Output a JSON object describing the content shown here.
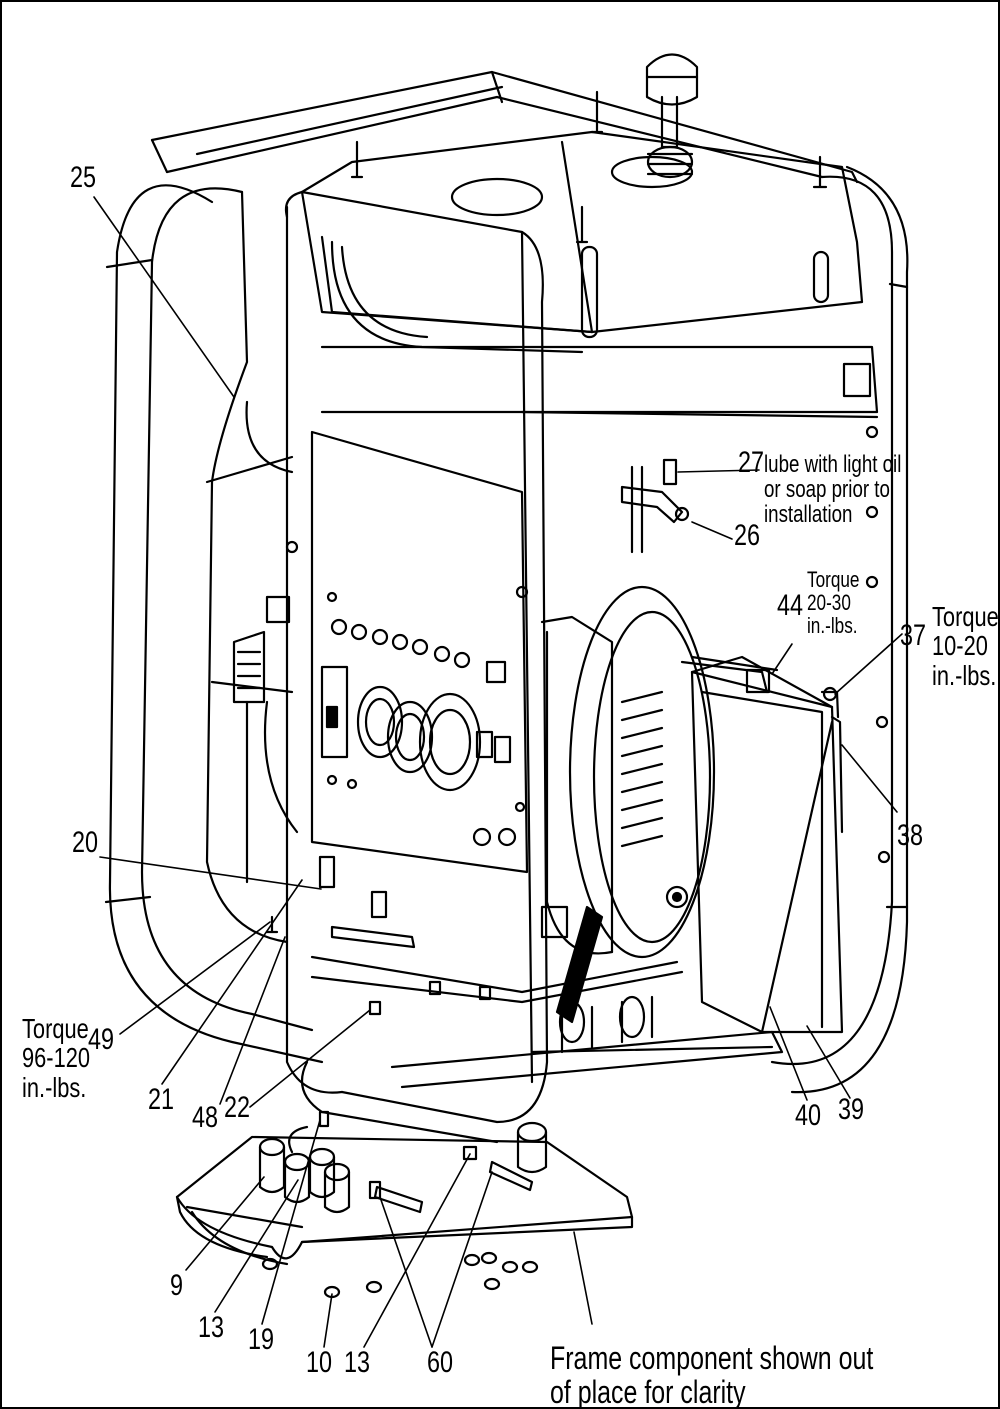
{
  "labels": {
    "p25": "25",
    "p27": "27",
    "p26": "26",
    "lube_note": "lube with light oil\nor soap prior to\ninstallation",
    "p44": "44",
    "torque_44": "Torque\n20-30\nin.-lbs.",
    "p37": "37",
    "torque_37": "Torque\n10-20\nin.-lbs.",
    "p38": "38",
    "p20": "20",
    "torque_49": "Torque\n96-120\nin.-lbs.",
    "p49": "49",
    "p21": "21",
    "p48": "48",
    "p22": "22",
    "p40": "40",
    "p39": "39",
    "p9": "9",
    "p13a": "13",
    "p19": "19",
    "p10": "10",
    "p13b": "13",
    "p60": "60",
    "caption": "Frame component shown out of place for clarity"
  },
  "colors": {
    "ink": "#000000",
    "paper": "#ffffff",
    "shade": "#e6e6e6"
  }
}
